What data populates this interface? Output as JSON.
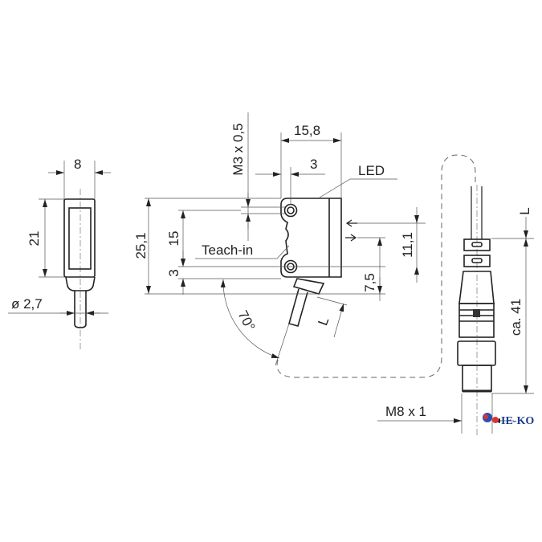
{
  "drawing": {
    "labels": {
      "width_side": "8",
      "height_side": "21",
      "cable_diameter": "ø  2,7",
      "total_height": "25,1",
      "hole_spacing": "15",
      "hole_offset": "3",
      "thread": "M3 x 0,5",
      "width_front": "15,8",
      "hole_x": "3",
      "led": "LED",
      "teach_in": "Teach-in",
      "axis_height": "11,1",
      "axis_offset": "7,5",
      "angle": "70°",
      "cable_length_1": "L",
      "cable_length_2": "L",
      "connector_length": "ca. 41",
      "connector_thread": "M8 x 1"
    },
    "watermark": "IE-KO",
    "colors": {
      "line": "#222222",
      "logo": "#1a3d8f"
    }
  }
}
